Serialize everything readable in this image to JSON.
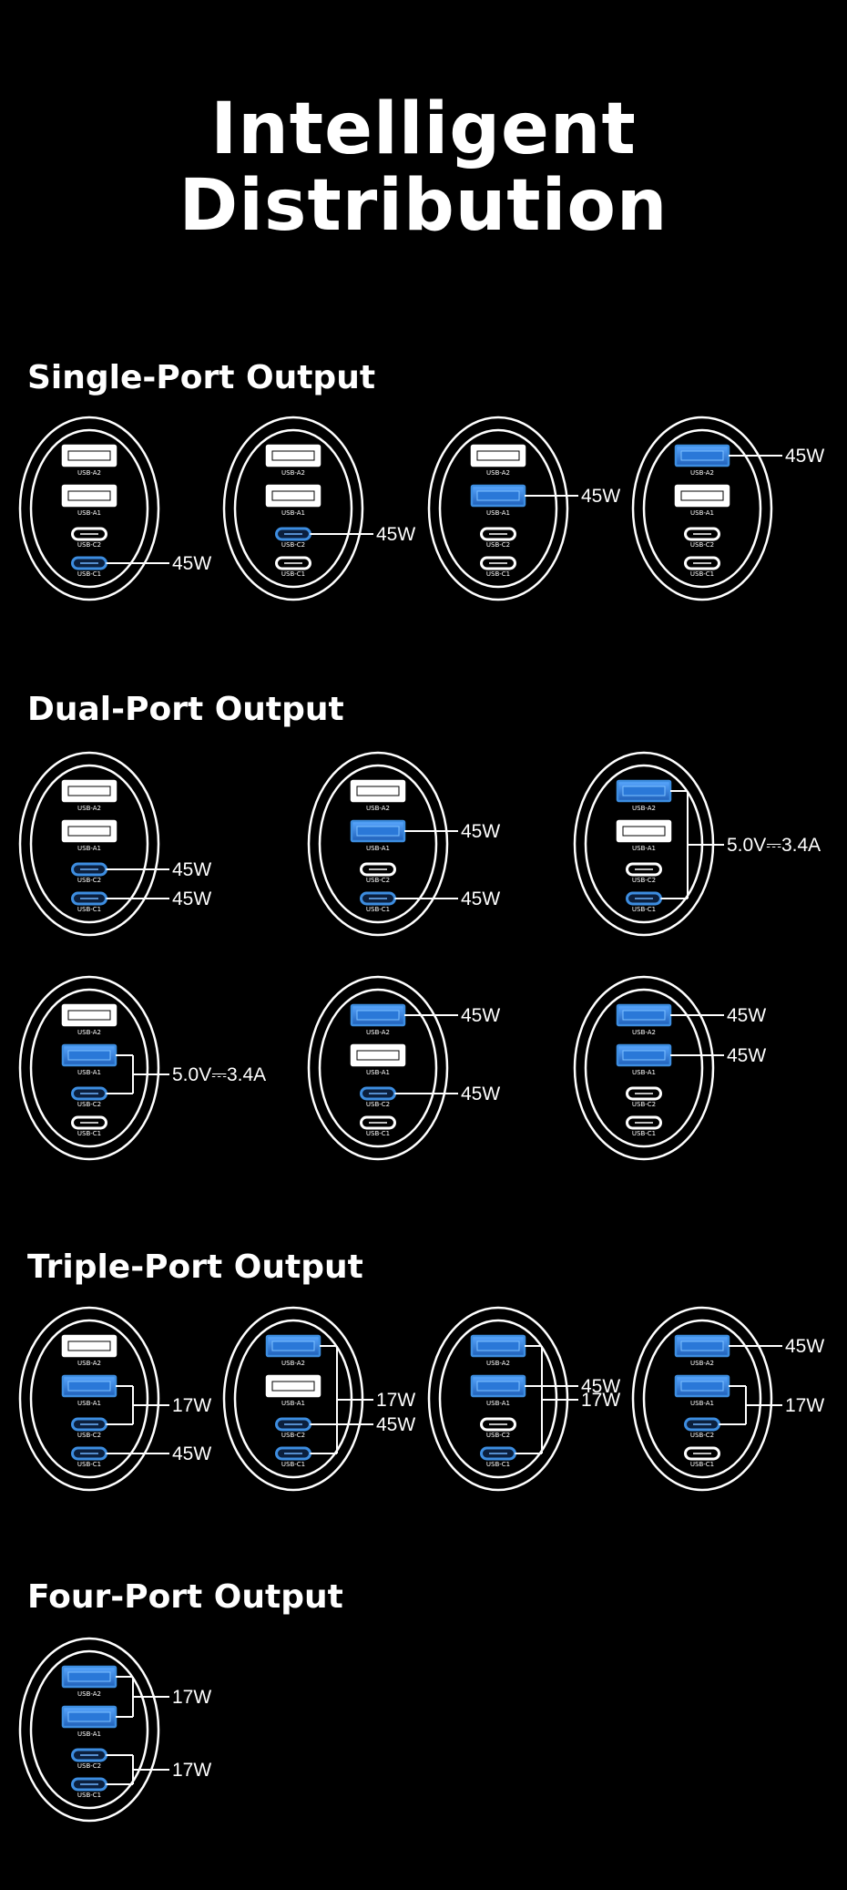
{
  "title_line1": "Intelligent",
  "title_line2": "Distribution",
  "port_names": {
    "A2": "USB-A2",
    "A1": "USB-A1",
    "C2": "USB-C2",
    "C1": "USB-C1"
  },
  "colors": {
    "background": "#000000",
    "outline": "#ffffff",
    "active": "#3d8de0"
  },
  "sections": [
    {
      "title": "Single-Port Output",
      "configs": [
        {
          "active": [
            "C1"
          ],
          "labels": [
            {
              "text": "45W",
              "ports": [
                "C1"
              ]
            }
          ]
        },
        {
          "active": [
            "C2"
          ],
          "labels": [
            {
              "text": "45W",
              "ports": [
                "C2"
              ]
            }
          ]
        },
        {
          "active": [
            "A1"
          ],
          "labels": [
            {
              "text": "45W",
              "ports": [
                "A1"
              ]
            }
          ]
        },
        {
          "active": [
            "A2"
          ],
          "labels": [
            {
              "text": "45W",
              "ports": [
                "A2"
              ]
            }
          ]
        }
      ]
    },
    {
      "title": "Dual-Port Output",
      "configs": [
        {
          "active": [
            "C2",
            "C1"
          ],
          "labels": [
            {
              "text": "45W",
              "ports": [
                "C2"
              ]
            },
            {
              "text": "45W",
              "ports": [
                "C1"
              ]
            }
          ]
        },
        {
          "active": [
            "A1",
            "C1"
          ],
          "labels": [
            {
              "text": "45W",
              "ports": [
                "A1"
              ]
            },
            {
              "text": "45W",
              "ports": [
                "C1"
              ]
            }
          ]
        },
        {
          "active": [
            "A2",
            "C1"
          ],
          "labels": [
            {
              "text": "5.0V⎓3.4A",
              "ports": [
                "A2",
                "C1"
              ]
            }
          ]
        },
        {
          "active": [
            "A1",
            "C2"
          ],
          "labels": [
            {
              "text": "5.0V⎓3.4A",
              "ports": [
                "A1",
                "C2"
              ]
            }
          ]
        },
        {
          "active": [
            "A2",
            "C2"
          ],
          "labels": [
            {
              "text": "45W",
              "ports": [
                "A2"
              ]
            },
            {
              "text": "45W",
              "ports": [
                "C2"
              ]
            }
          ]
        },
        {
          "active": [
            "A2",
            "A1"
          ],
          "labels": [
            {
              "text": "45W",
              "ports": [
                "A2"
              ]
            },
            {
              "text": "45W",
              "ports": [
                "A1"
              ]
            }
          ]
        }
      ]
    },
    {
      "title": "Triple-Port Output",
      "configs": [
        {
          "active": [
            "A1",
            "C2",
            "C1"
          ],
          "labels": [
            {
              "text": "17W",
              "ports": [
                "A1",
                "C2"
              ]
            },
            {
              "text": "45W",
              "ports": [
                "C1"
              ]
            }
          ]
        },
        {
          "active": [
            "A2",
            "C2",
            "C1"
          ],
          "labels": [
            {
              "text": "45W",
              "ports": [
                "C2"
              ]
            },
            {
              "text": "17W",
              "ports": [
                "A2",
                "C1"
              ]
            }
          ]
        },
        {
          "active": [
            "A2",
            "A1",
            "C1"
          ],
          "labels": [
            {
              "text": "17W",
              "ports": [
                "A2",
                "C1"
              ]
            },
            {
              "text": "45W",
              "ports": [
                "A1"
              ]
            }
          ]
        },
        {
          "active": [
            "A2",
            "A1",
            "C2"
          ],
          "labels": [
            {
              "text": "45W",
              "ports": [
                "A2"
              ]
            },
            {
              "text": "17W",
              "ports": [
                "A1",
                "C2"
              ]
            }
          ]
        }
      ]
    },
    {
      "title": "Four-Port Output",
      "configs": [
        {
          "active": [
            "A2",
            "A1",
            "C2",
            "C1"
          ],
          "labels": [
            {
              "text": "17W",
              "ports": [
                "A2",
                "A1"
              ]
            },
            {
              "text": "17W",
              "ports": [
                "C2",
                "C1"
              ]
            }
          ]
        }
      ]
    }
  ]
}
